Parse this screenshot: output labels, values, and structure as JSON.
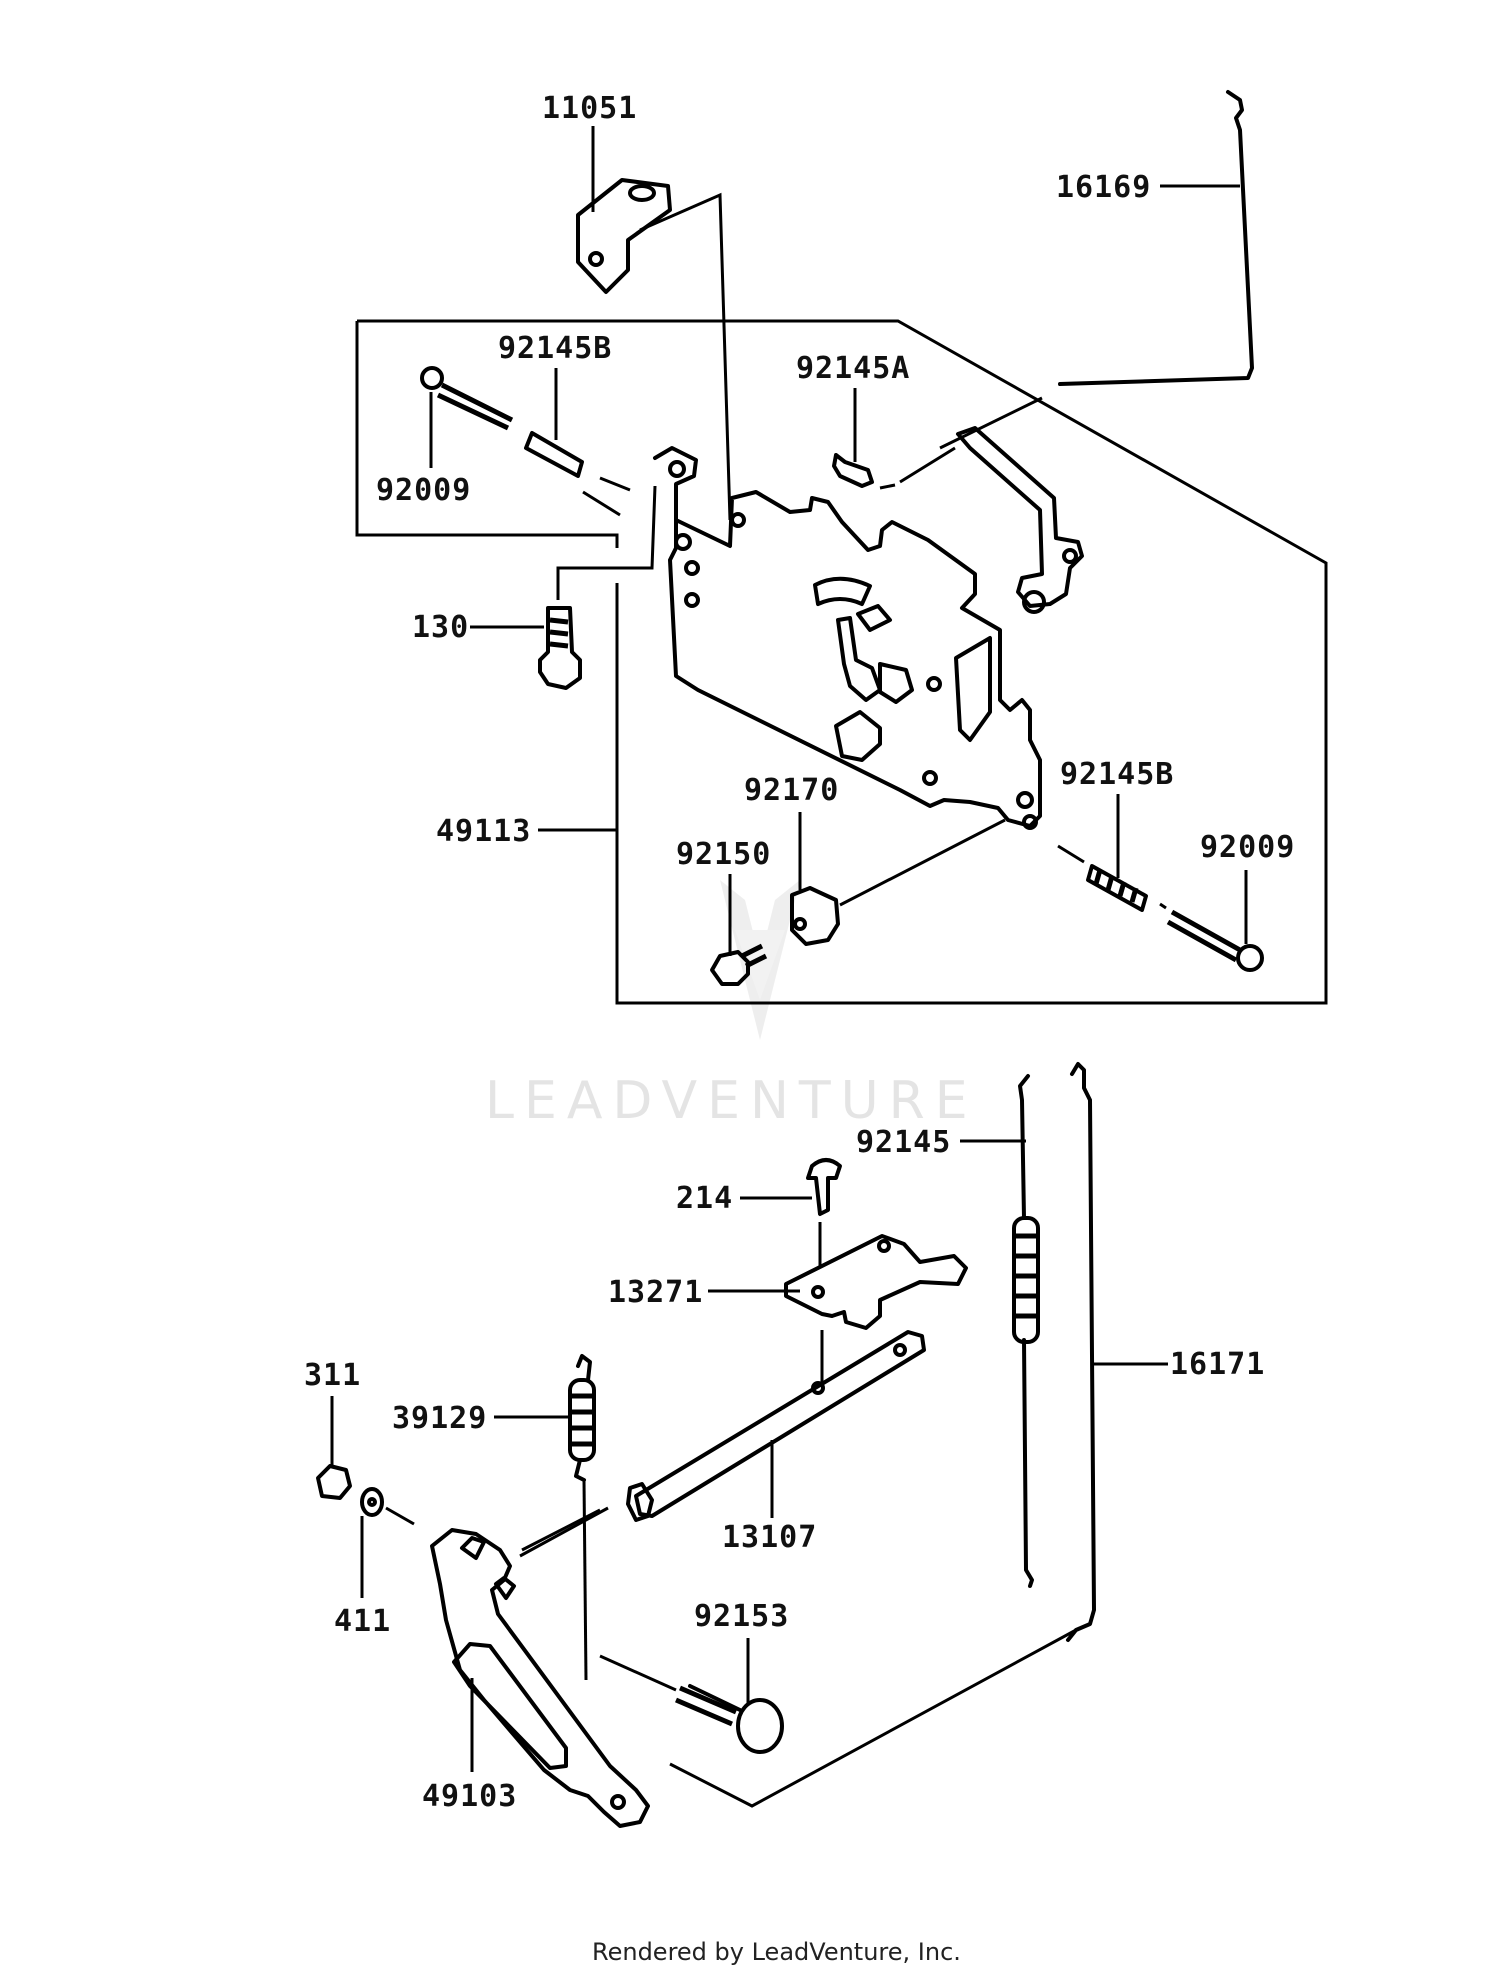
{
  "diagram": {
    "watermark": "LEADVENTURE",
    "footer": "Rendered by LeadVenture, Inc.",
    "callouts": {
      "p11051": "11051",
      "p16169": "16169",
      "p92145B_top": "92145B",
      "p92145A": "92145A",
      "p92009_top": "92009",
      "p130": "130",
      "p49113": "49113",
      "p92170": "92170",
      "p92145B_right": "92145B",
      "p92150": "92150",
      "p92009_right": "92009",
      "p92145": "92145",
      "p214": "214",
      "p13271": "13271",
      "p311": "311",
      "p39129": "39129",
      "p16171": "16171",
      "p13107": "13107",
      "p411": "411",
      "p92153": "92153",
      "p49103": "49103"
    }
  }
}
